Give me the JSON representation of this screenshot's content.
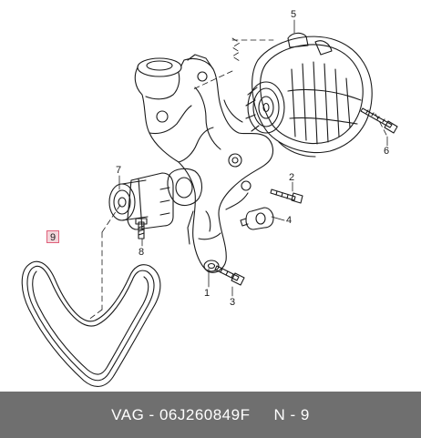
{
  "callouts": {
    "n1": "1",
    "n2": "2",
    "n3": "3",
    "n4": "4",
    "n5": "5",
    "n6": "6",
    "n7": "7",
    "n8": "8",
    "n9": "9"
  },
  "footer": {
    "brand": "VAG",
    "separator": "-",
    "part_number": "06J260849F",
    "position_label": "N - 9"
  },
  "colors": {
    "footer_bg": "#6f6f6f",
    "highlight_border": "#e0607a",
    "highlight_fill": "#f3d6db"
  }
}
